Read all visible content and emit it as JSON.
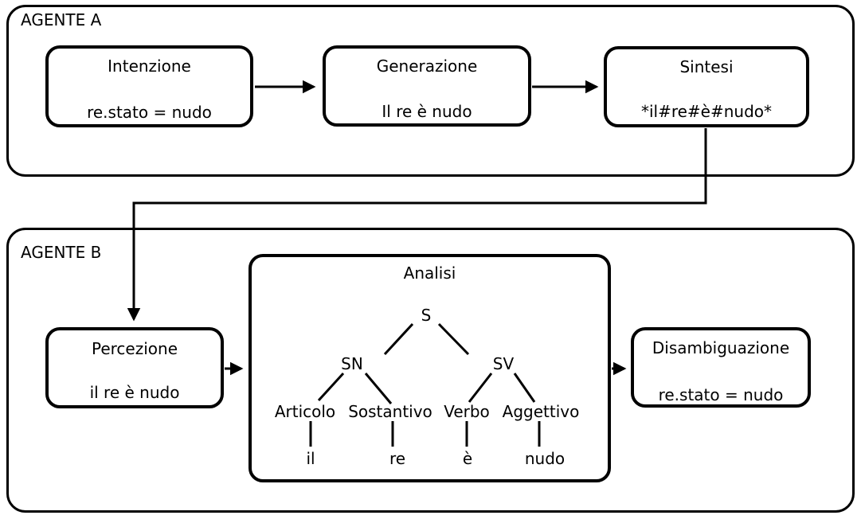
{
  "agent_a": {
    "label": "AGENTE A",
    "intenzione": {
      "title": "Intenzione",
      "value": "re.stato = nudo"
    },
    "generazione": {
      "title": "Generazione",
      "value": "Il re è nudo"
    },
    "sintesi": {
      "title": "Sintesi",
      "value": "*il#re#è#nudo*"
    }
  },
  "agent_b": {
    "label": "AGENTE B",
    "percezione": {
      "title": "Percezione",
      "value": "il re è nudo"
    },
    "disambiguazione": {
      "title": "Disambiguazione",
      "value": "re.stato = nudo"
    },
    "analisi": {
      "title": "Analisi",
      "tree": {
        "root": "S",
        "noun_phrase": "SN",
        "verb_phrase": "SV",
        "pos_articolo": "Articolo",
        "pos_sostantivo": "Sostantivo",
        "pos_verbo": "Verbo",
        "pos_aggettivo": "Aggettivo",
        "word_il": "il",
        "word_re": "re",
        "word_e": "è",
        "word_nudo": "nudo"
      }
    }
  },
  "colors": {
    "stroke": "#000000",
    "background": "#ffffff"
  }
}
